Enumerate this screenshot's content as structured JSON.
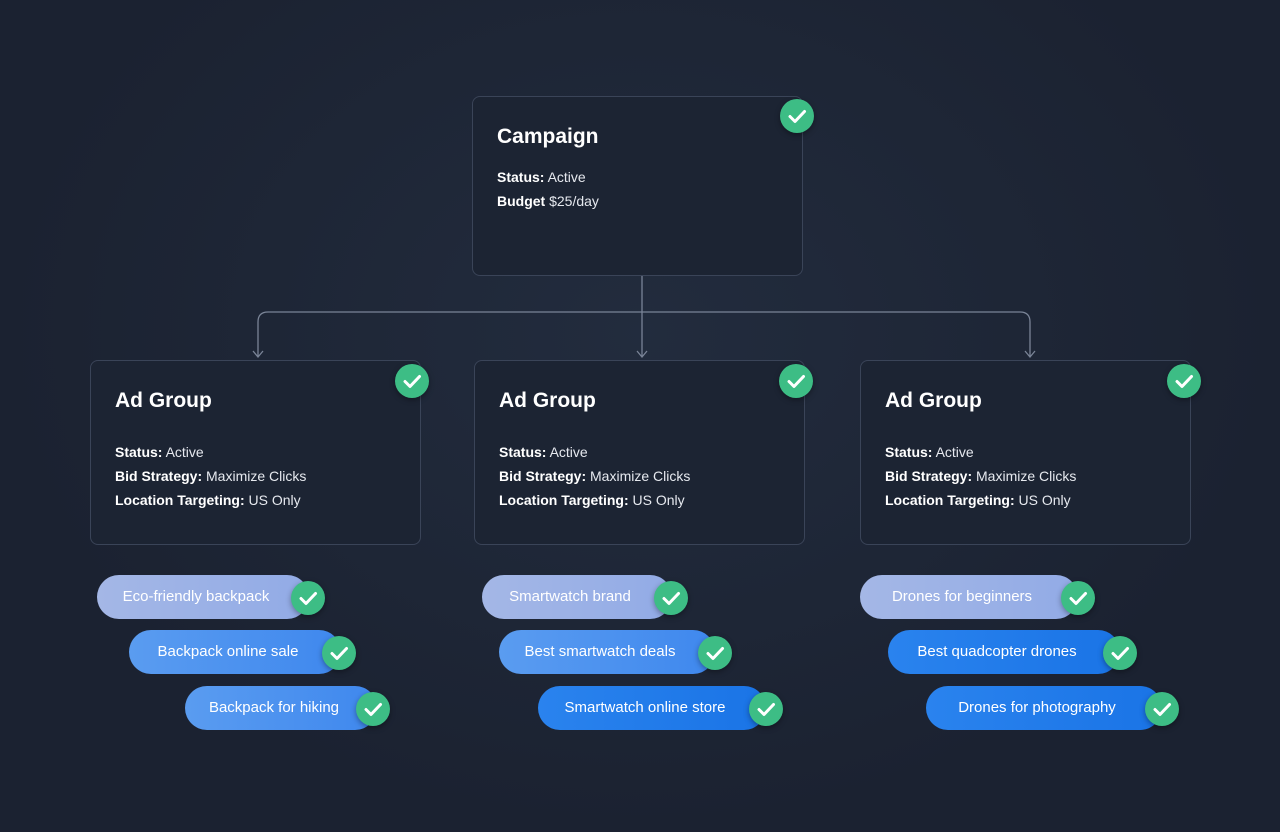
{
  "campaign": {
    "title": "Campaign",
    "status_key": "Status:",
    "status_value": "Active",
    "budget_key": "Budget",
    "budget_value": "$25/day"
  },
  "ad_groups": [
    {
      "title": "Ad Group",
      "status_key": "Status:",
      "status_value": "Active",
      "bid_key": "Bid Strategy:",
      "bid_value": "Maximize Clicks",
      "loc_key": "Location Targeting:",
      "loc_value": "US Only",
      "keywords": [
        "Eco-friendly backpack",
        "Backpack online sale",
        "Backpack for hiking"
      ]
    },
    {
      "title": "Ad Group",
      "status_key": "Status:",
      "status_value": "Active",
      "bid_key": "Bid Strategy:",
      "bid_value": "Maximize Clicks",
      "loc_key": "Location Targeting:",
      "loc_value": "US Only",
      "keywords": [
        "Smartwatch brand",
        "Best smartwatch deals",
        "Smartwatch online store"
      ]
    },
    {
      "title": "Ad Group",
      "status_key": "Status:",
      "status_value": "Active",
      "bid_key": "Bid Strategy:",
      "bid_value": "Maximize Clicks",
      "loc_key": "Location Targeting:",
      "loc_value": "US Only",
      "keywords": [
        "Drones for beginners",
        "Best quadcopter drones",
        "Drones for photography"
      ]
    }
  ],
  "icons": {
    "status": "check-circle-icon"
  },
  "colors": {
    "background": "#1b2231",
    "card_border": "#3a4458",
    "check_green": "#3dbd85",
    "pill_light": "#9db2e6",
    "pill_blue": "#1a74e6"
  }
}
